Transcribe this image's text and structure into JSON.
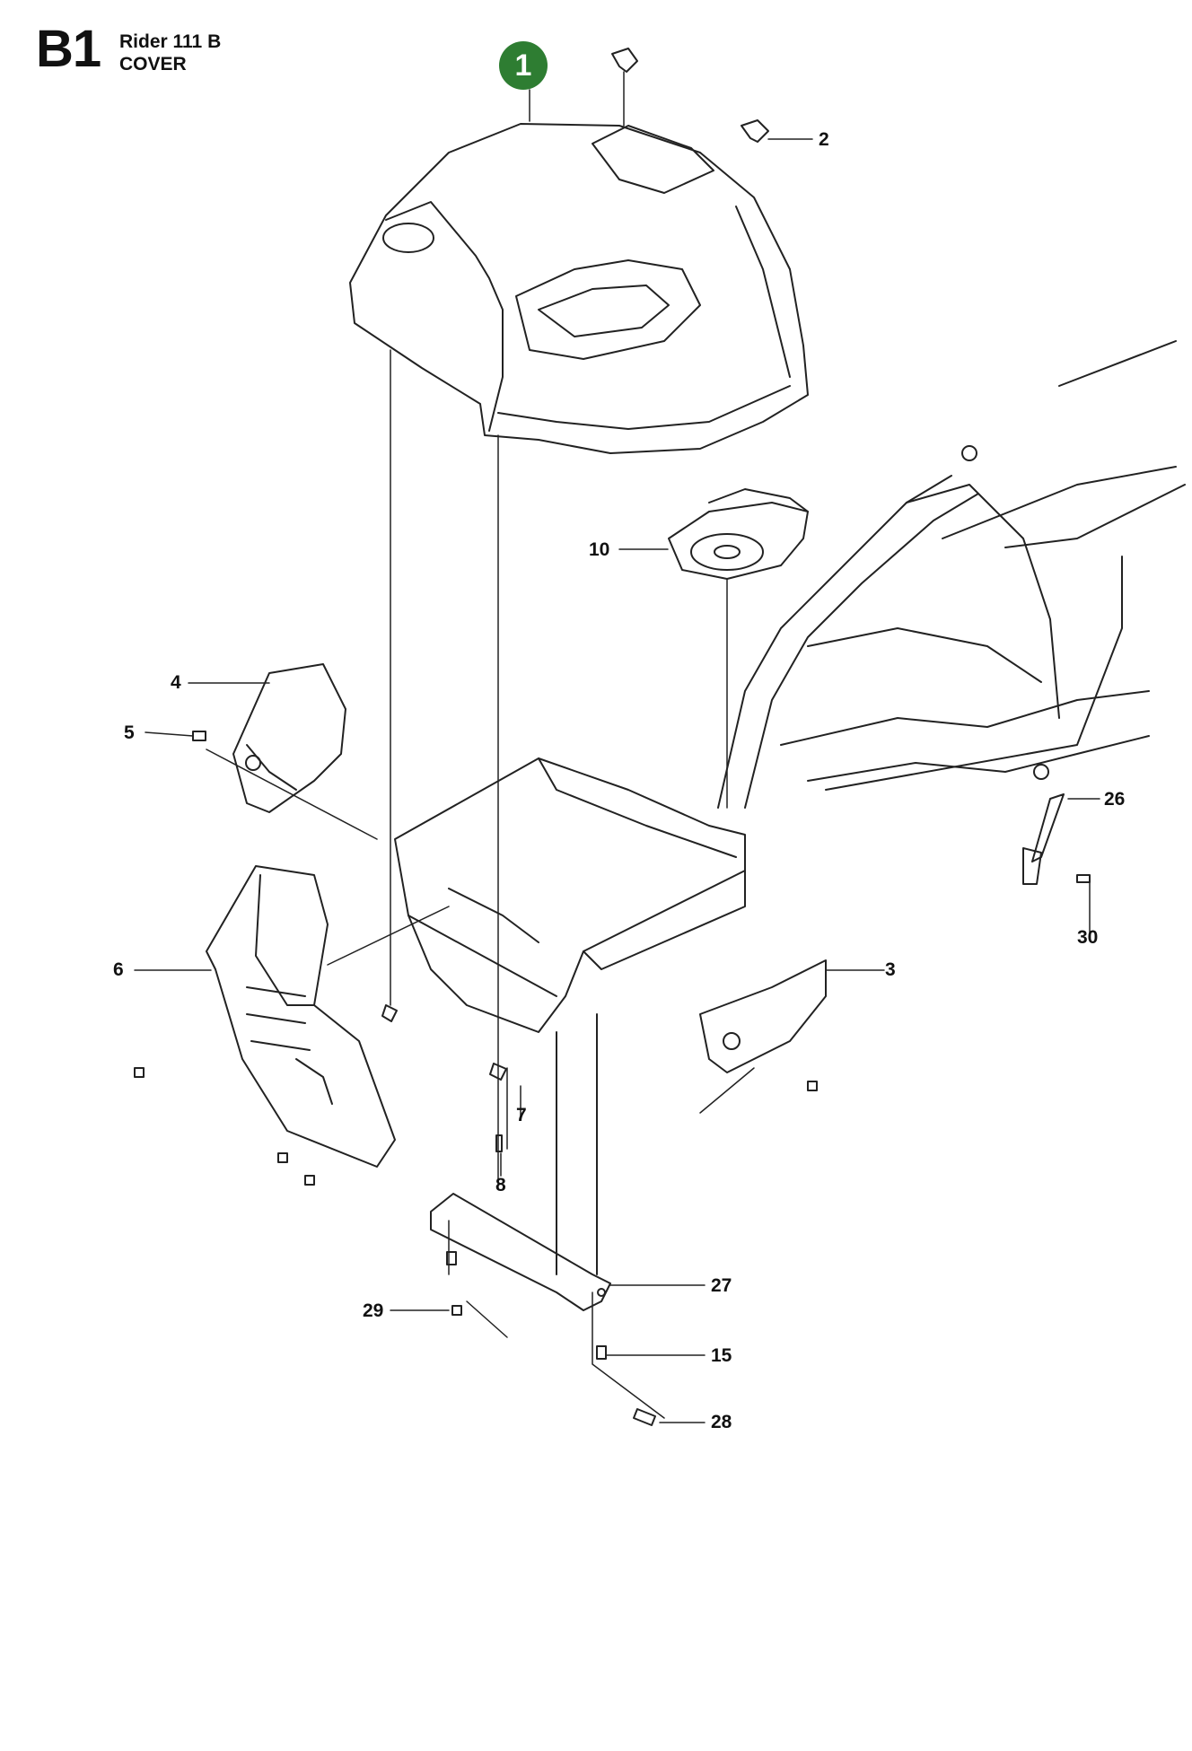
{
  "header": {
    "page_code": "B1",
    "model": "Rider 111 B",
    "section": "COVER"
  },
  "highlight_badge": {
    "label": "1",
    "color": "#2e7d32"
  },
  "callouts": [
    {
      "id": "c2",
      "label": "2"
    },
    {
      "id": "c3",
      "label": "3"
    },
    {
      "id": "c4",
      "label": "4"
    },
    {
      "id": "c5",
      "label": "5"
    },
    {
      "id": "c6",
      "label": "6"
    },
    {
      "id": "c7",
      "label": "7"
    },
    {
      "id": "c8",
      "label": "8"
    },
    {
      "id": "c10",
      "label": "10"
    },
    {
      "id": "c15",
      "label": "15"
    },
    {
      "id": "c26",
      "label": "26"
    },
    {
      "id": "c27",
      "label": "27"
    },
    {
      "id": "c28",
      "label": "28"
    },
    {
      "id": "c29",
      "label": "29"
    },
    {
      "id": "c30",
      "label": "30"
    }
  ]
}
